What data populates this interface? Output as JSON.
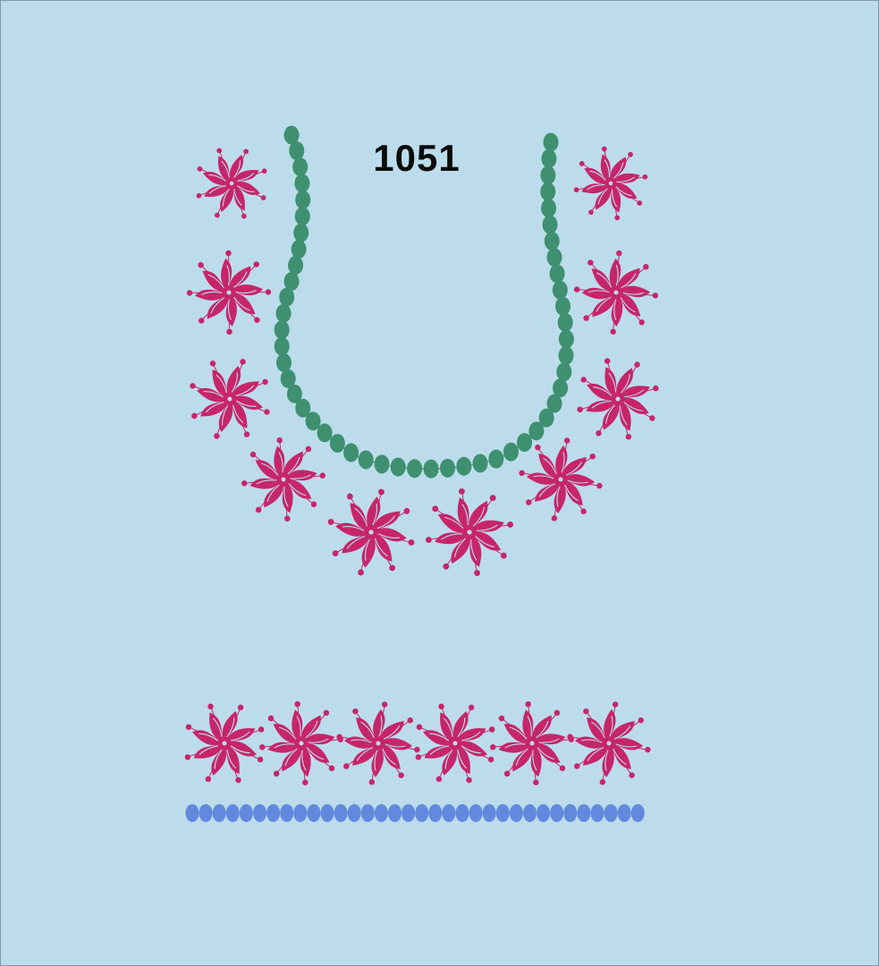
{
  "design": {
    "code": "1051"
  },
  "colors": {
    "background": "#bcdcec",
    "flower": "#c7256a",
    "neck_beads": "#3e9070",
    "border_beads": "#6289de",
    "text": "#0b0b0b"
  },
  "motifs": {
    "flower_icon": "pinwheel-flower",
    "bead_icon": "oval-bead"
  }
}
